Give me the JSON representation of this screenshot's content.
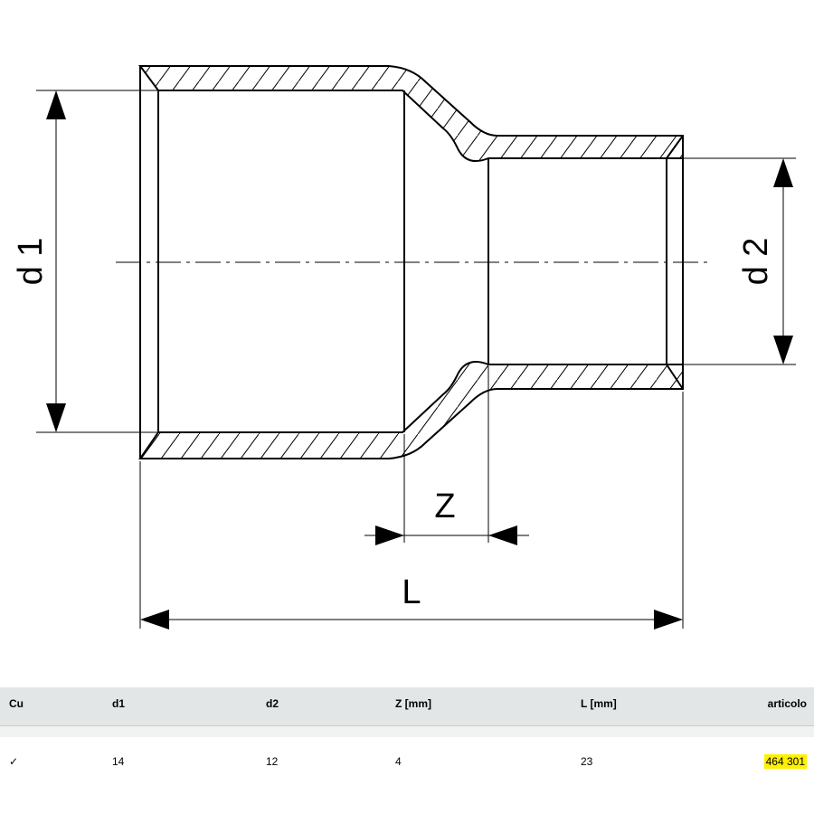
{
  "drawing": {
    "labels": {
      "d1": "d 1",
      "d2": "d 2",
      "z": "Z",
      "l": "L"
    },
    "colors": {
      "line": "#000000",
      "background": "#ffffff"
    }
  },
  "table": {
    "headers": [
      "Cu",
      "d1",
      "d2",
      "Z [mm]",
      "L [mm]",
      "articolo"
    ],
    "rows": [
      {
        "cu": "✓",
        "d1": "14",
        "d2": "12",
        "z": "4",
        "l": "23",
        "articolo": "464 301"
      }
    ],
    "colors": {
      "header_bg": "#e3e6e6",
      "highlight": "#fff000"
    }
  }
}
